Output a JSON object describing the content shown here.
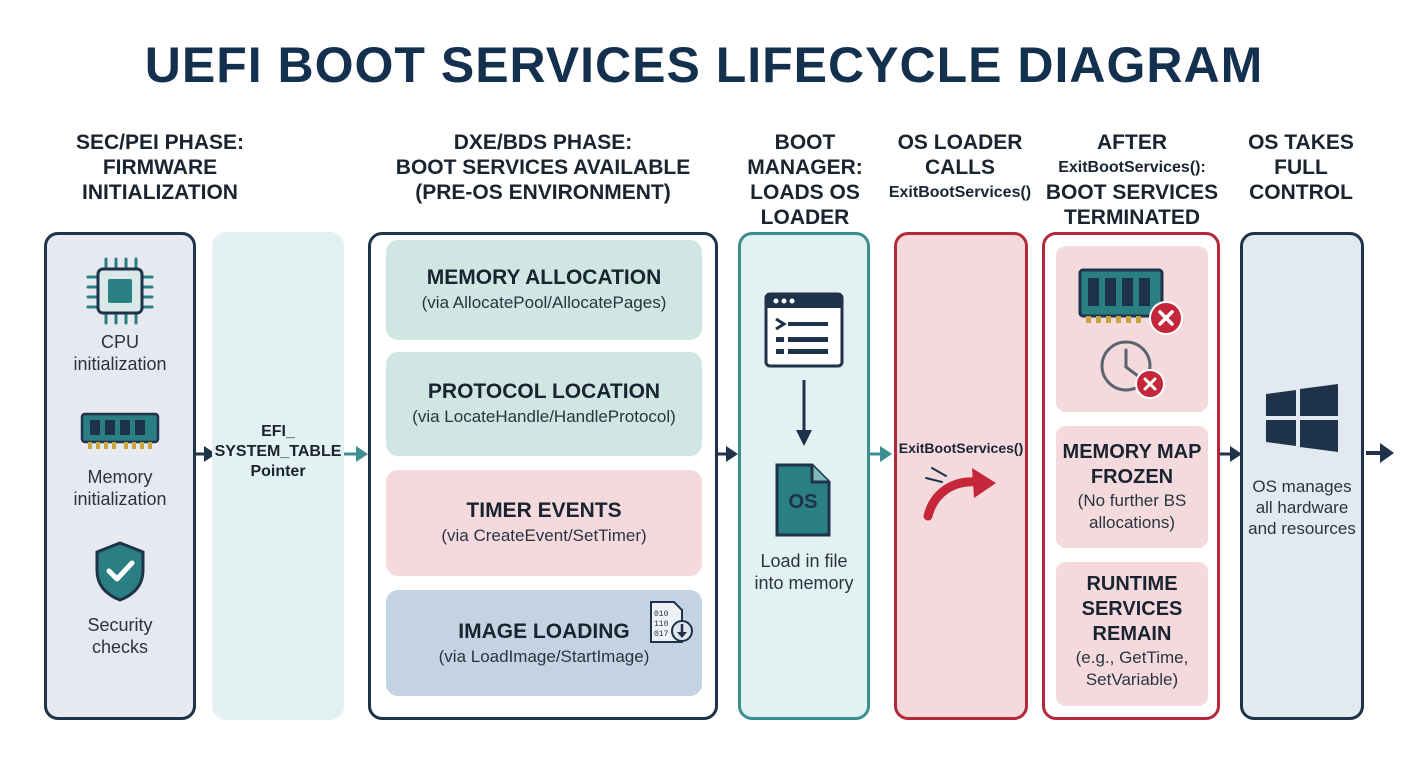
{
  "title": "UEFI BOOT SERVICES LIFECYCLE DIAGRAM",
  "headers": {
    "sec": [
      "SEC/PEI PHASE:",
      "FIRMWARE",
      "INITIALIZATION"
    ],
    "dxe": [
      "DXE/BDS PHASE:",
      "BOOT SERVICES AVAILABLE",
      "(PRE-OS ENVIRONMENT)"
    ],
    "boot": [
      "BOOT",
      "MANAGER:",
      "LOADS OS",
      "LOADER"
    ],
    "osl": [
      "OS LOADER",
      "CALLS",
      "ExitBootServices()"
    ],
    "after": [
      "AFTER",
      "ExitBootServices():",
      "BOOT SERVICES",
      "TERMINATED"
    ],
    "os": [
      "OS TAKES",
      "FULL",
      "CONTROL"
    ]
  },
  "sec_items": {
    "cpu": [
      "CPU",
      "initialization"
    ],
    "memory": [
      "Memory",
      "initialization"
    ],
    "security": [
      "Security",
      "checks"
    ]
  },
  "system_table": [
    "EFI_",
    "SYSTEM_TABLE",
    "Pointer"
  ],
  "dxe_boxes": [
    {
      "title": "MEMORY ALLOCATION",
      "sub": "(via AllocatePool/AllocatePages)"
    },
    {
      "title": "PROTOCOL LOCATION",
      "sub": "(via LocateHandle/HandleProtocol)"
    },
    {
      "title": "TIMER EVENTS",
      "sub": "(via CreateEvent/SetTimer)"
    },
    {
      "title": "IMAGE LOADING",
      "sub": "(via LoadImage/StartImage)"
    }
  ],
  "image_icon_text": [
    "010",
    "110",
    "017"
  ],
  "boot_manager": {
    "os_file_label": "OS",
    "caption": [
      "Load in file",
      "into memory"
    ]
  },
  "exit_call_label": "ExitBootServices()",
  "after_boxes": {
    "memory_map": {
      "title": [
        "MEMORY MAP",
        "FROZEN"
      ],
      "sub": [
        "(No further BS",
        "allocations)"
      ]
    },
    "runtime": {
      "title": [
        "RUNTIME",
        "SERVICES",
        "REMAIN"
      ],
      "sub": [
        "(e.g., GetTime,",
        "SetVariable)"
      ]
    }
  },
  "os_control_caption": [
    "OS manages",
    "all hardware",
    "and resources"
  ],
  "colors": {
    "navy": "#1e3249",
    "teal": "#3d8f8f",
    "red": "#b3293b",
    "teal_fill": "#cfe6e3",
    "pink_fill": "#f5dadd",
    "steel_fill": "#c4d3e1"
  },
  "icons": [
    "cpu-chip-icon",
    "memory-module-icon",
    "shield-check-icon",
    "program-window-icon",
    "os-file-icon",
    "binary-download-icon",
    "exit-arrow-icon",
    "ram-error-icon",
    "clock-error-icon",
    "windows-logo-icon"
  ]
}
